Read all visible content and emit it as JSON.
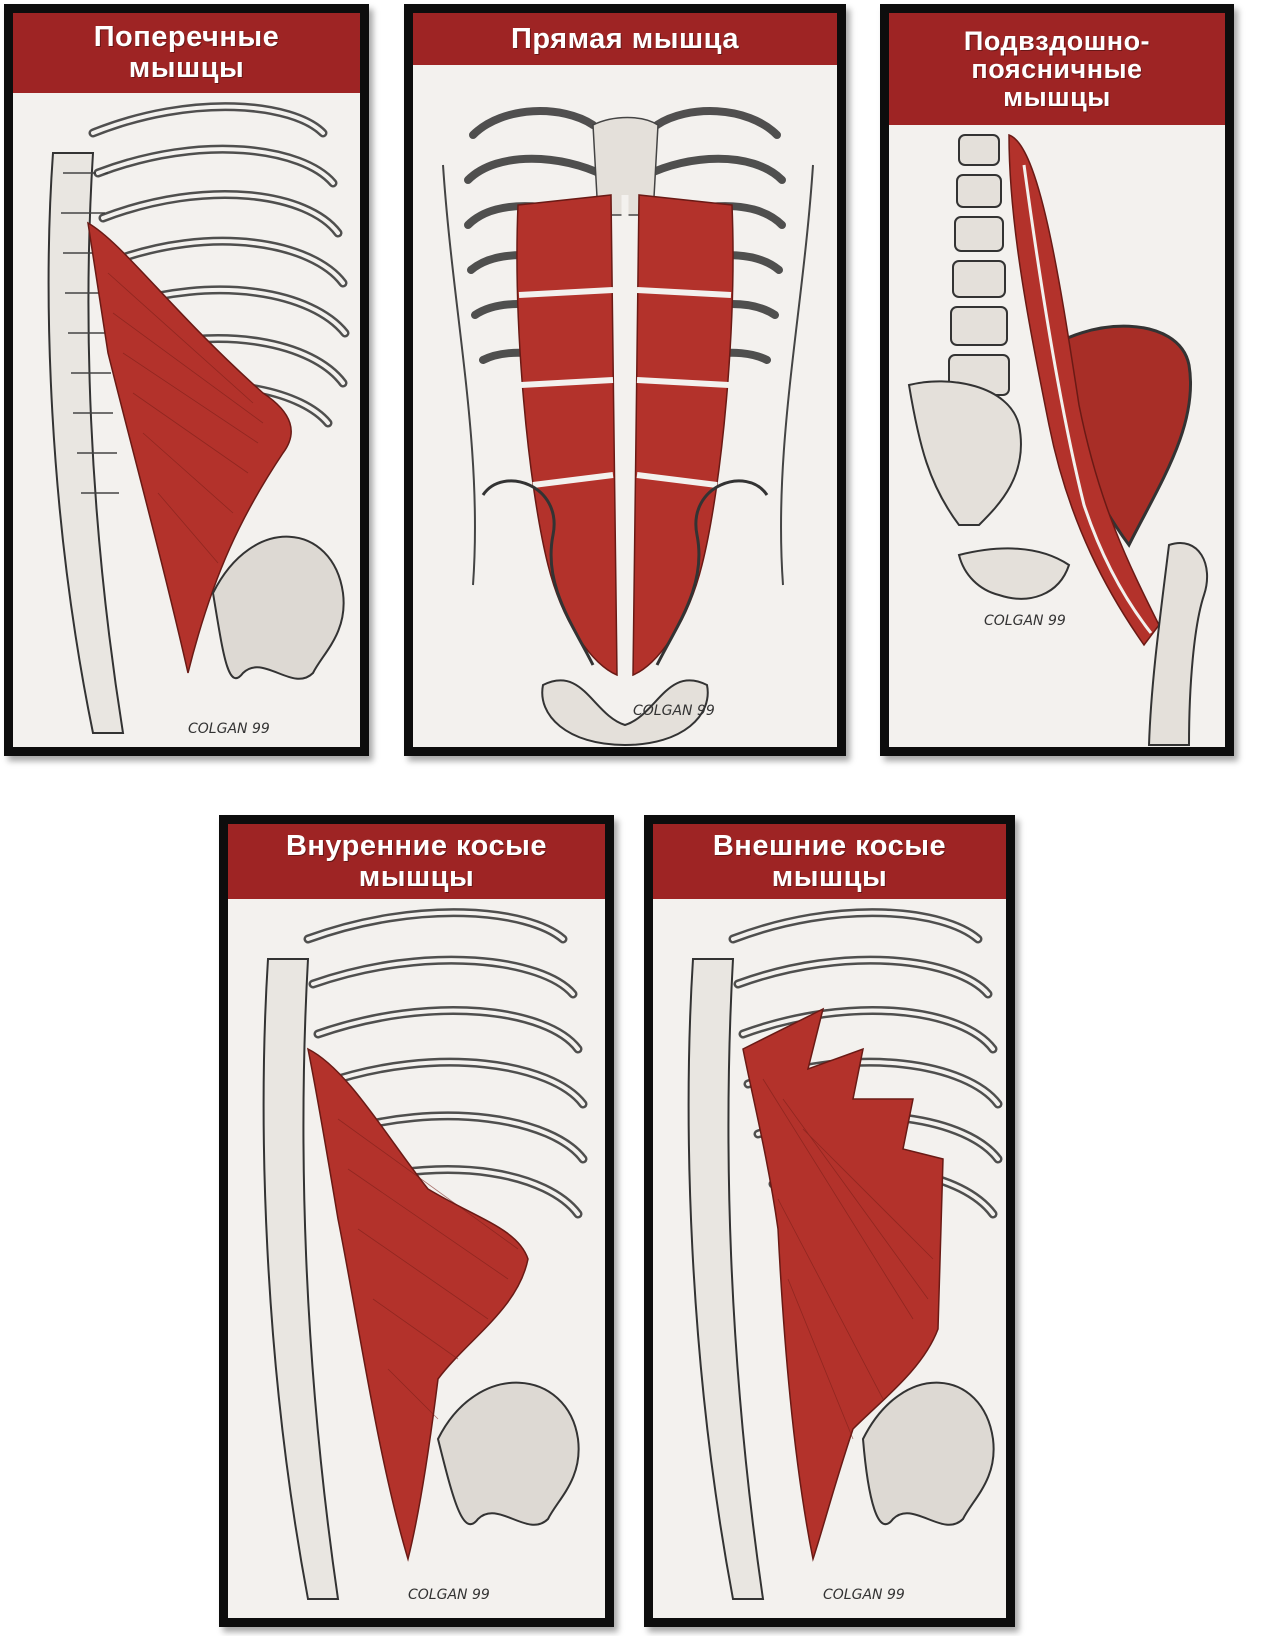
{
  "cards": [
    {
      "title": "Поперечные\nмышцы",
      "signature": "COLGAN 99"
    },
    {
      "title": "Прямая мышца",
      "signature": "COLGAN 99"
    },
    {
      "title": "Подвздошно-\nпоясничные\nмышцы",
      "signature": "COLGAN 99"
    },
    {
      "title": "Внуренние косые\nмышцы",
      "signature": "COLGAN 99"
    },
    {
      "title": "Внешние косые\nмышцы",
      "signature": "COLGAN 99"
    }
  ],
  "colors": {
    "title_bar": "#9e2424",
    "muscle": "#b3322b",
    "frame": "#0d0d0d",
    "panel": "#f3f1ee"
  }
}
